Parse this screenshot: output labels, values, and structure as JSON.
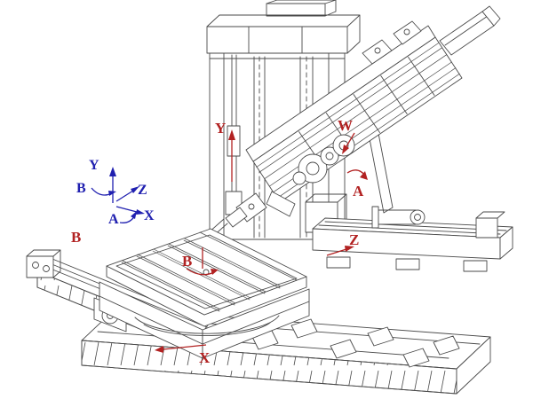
{
  "colors": {
    "line": "#4a4a4a",
    "red": "#b22222",
    "blue": "#2020b0",
    "background": "#ffffff"
  },
  "machine_axes": {
    "y": {
      "label": "Y"
    },
    "w": {
      "label": "W"
    },
    "a": {
      "label": "A"
    },
    "z": {
      "label": "Z"
    },
    "b_side": {
      "label": "B"
    },
    "b_table": {
      "label": "B"
    },
    "x": {
      "label": "X"
    }
  },
  "coordinate_legend": {
    "x": {
      "label": "X"
    },
    "y": {
      "label": "Y"
    },
    "z": {
      "label": "Z"
    },
    "a": {
      "label": "A"
    },
    "b": {
      "label": "B"
    }
  }
}
